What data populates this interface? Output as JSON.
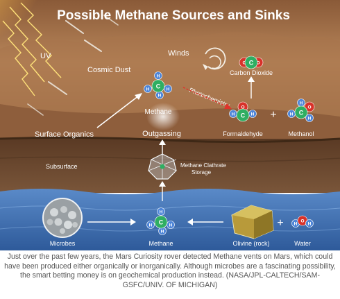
{
  "diagram": {
    "title": "Possible Methane Sources and Sinks",
    "labels": {
      "uv": "UV",
      "cosmic_dust": "Cosmic Dust",
      "winds": "Winds",
      "carbon_dioxide": "Carbon Dioxide",
      "methane_top": "Methane",
      "photochemistry": "Photochemistry",
      "formaldehyde": "Formaldehyde",
      "methanol": "Methanol",
      "surface_organics": "Surface Organics",
      "outgassing": "Outgassing",
      "subsurface": "Subsurface",
      "clathrate_line1": "Methane Clathrate",
      "clathrate_line2": "Storage",
      "microbes": "Microbes",
      "methane_bottom": "Methane",
      "olivine": "Olivine (rock)",
      "water": "Water",
      "plus": "+"
    },
    "atoms": {
      "carbon": "C",
      "hydrogen": "H",
      "oxygen": "O"
    },
    "colors": {
      "sky": "#b8865a",
      "ground": "#7a5234",
      "subsurface": "#6e4a30",
      "water": "#3d6fb0",
      "carbon": "#2fae62",
      "hydrogen": "#4f86d8",
      "oxygen": "#d8322a",
      "photochem_arrow": "#e0332b"
    }
  },
  "caption": "Just over the past few years, the Mars Curiosity rover detected Methane vents on Mars, which could have been produced either organically or inorganically. Although microbes are a fascinating possibility, the smart betting money is on geochemical production instead. (NASA/JPL-CALTECH/SAM-GSFC/UNIV. OF MICHIGAN)"
}
